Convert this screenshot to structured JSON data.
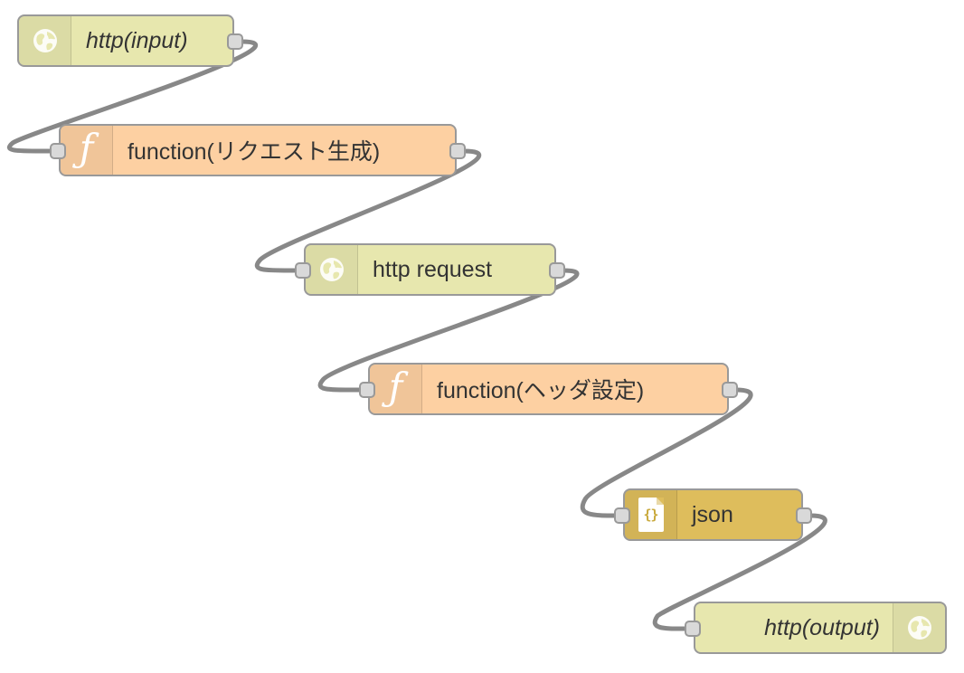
{
  "nodes": {
    "http_in": {
      "label": "http(input)",
      "type": "http-in",
      "icon": "globe-icon"
    },
    "func_req": {
      "label": "function(リクエスト生成)",
      "type": "function",
      "icon": "function-icon"
    },
    "http_request": {
      "label": "http request",
      "type": "http-request",
      "icon": "globe-icon"
    },
    "func_header": {
      "label": "function(ヘッダ設定)",
      "type": "function",
      "icon": "function-icon"
    },
    "json": {
      "label": "json",
      "type": "json",
      "icon": "json-file-icon"
    },
    "http_out": {
      "label": "http(output)",
      "type": "http-response",
      "icon": "globe-icon"
    }
  },
  "icons": {
    "function_glyph": "ƒ",
    "json_glyph": "{}"
  },
  "colors": {
    "http": "#e7e7ae",
    "function": "#fdd0a2",
    "json": "#debd5c",
    "wire": "#888888",
    "port": "#d9d9d9",
    "border": "#999999"
  }
}
